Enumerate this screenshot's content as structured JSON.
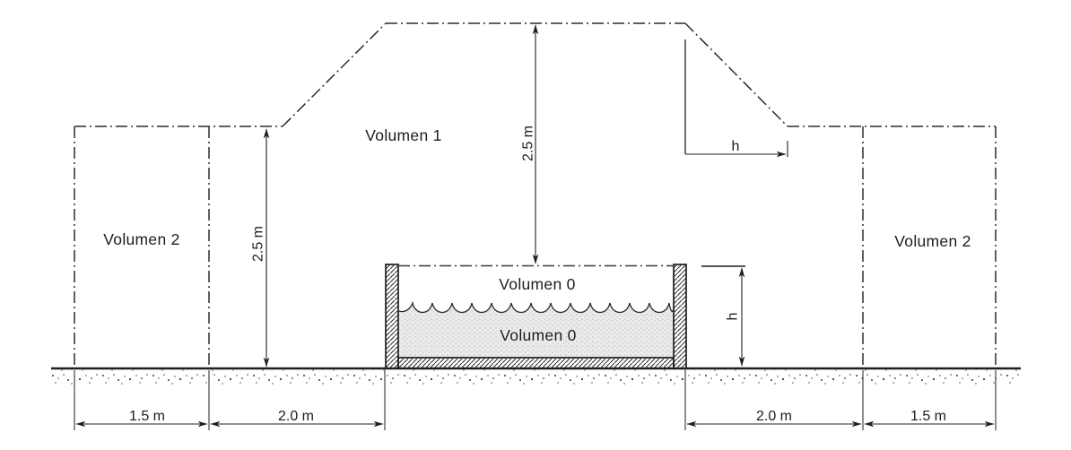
{
  "labels": {
    "volumen0_vapor": "Volumen 0",
    "volumen0_liquid": "Volumen 0",
    "volumen1": "Volumen 1",
    "volumen2_left": "Volumen 2",
    "volumen2_right": "Volumen 2"
  },
  "dimensions": {
    "center_height": "2.5 m",
    "left_height": "2.5 m",
    "slope_run": "h",
    "tank_height": "h",
    "bottom_left_outer": "1.5 m",
    "bottom_left_inner": "2.0 m",
    "bottom_right_inner": "2.0 m",
    "bottom_right_outer": "1.5 m"
  },
  "colors": {
    "line": "#2b2b2b",
    "background": "#ffffff",
    "liquid_fill": "#ebebeb"
  }
}
